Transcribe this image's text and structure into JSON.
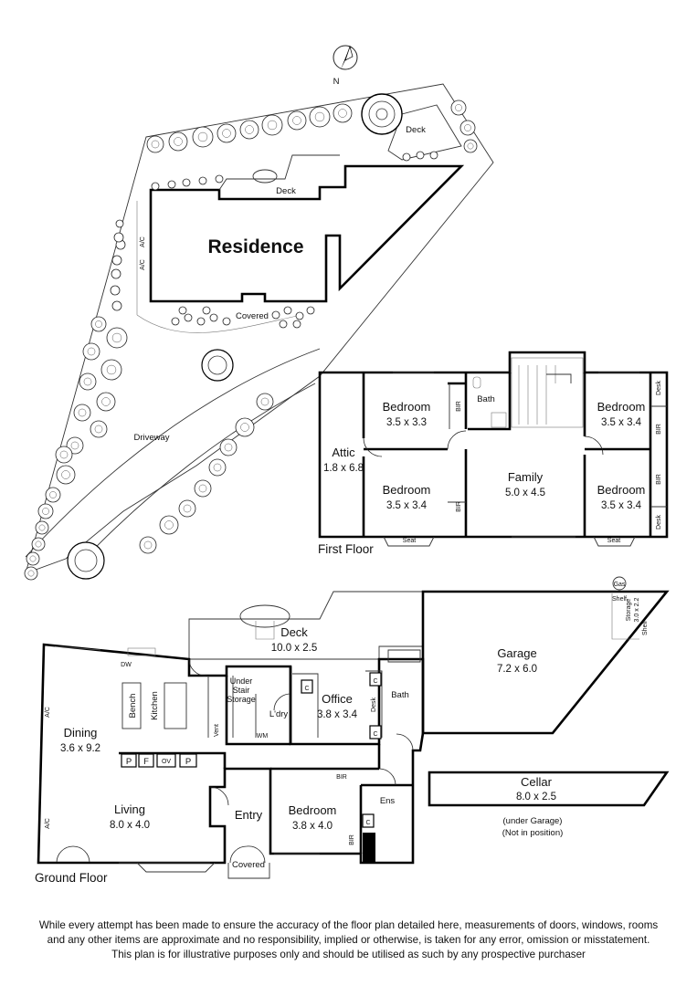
{
  "site": {
    "north": "N",
    "residence": "Residence",
    "deck_top": "Deck",
    "deck_mid": "Deck",
    "covered": "Covered",
    "driveway": "Driveway",
    "ac1": "A/C",
    "ac2": "A/C"
  },
  "first_floor": {
    "title": "First Floor",
    "rooms": [
      {
        "name": "Bedroom",
        "dims": "3.5 x 3.3"
      },
      {
        "name": "Bedroom",
        "dims": "3.5 x 3.4"
      },
      {
        "name": "Bedroom",
        "dims": "3.5 x 3.4"
      },
      {
        "name": "Bedroom",
        "dims": "3.5 x 3.4"
      },
      {
        "name": "Attic",
        "dims": "1.8 x 6.8"
      },
      {
        "name": "Family",
        "dims": "5.0 x 4.5"
      }
    ],
    "bath": "Bath",
    "bir": "BIR",
    "desk": "Desk",
    "seat": "Seat"
  },
  "ground_floor": {
    "title": "Ground Floor",
    "deck": {
      "name": "Deck",
      "dims": "10.0 x 2.5"
    },
    "garage": {
      "name": "Garage",
      "dims": "7.2 x 6.0"
    },
    "storage": {
      "name": "Storage",
      "dims": "3.0 x 2.2"
    },
    "shelf": "Shelf",
    "gas": "Gas",
    "office": {
      "name": "Office",
      "dims": "3.8 x 3.4"
    },
    "dining": {
      "name": "Dining",
      "dims": "3.6 x 9.2"
    },
    "living": {
      "name": "Living",
      "dims": "8.0 x 4.0"
    },
    "bedroom": {
      "name": "Bedroom",
      "dims": "3.8 x 4.0"
    },
    "cellar": {
      "name": "Cellar",
      "dims": "8.0 x 2.5",
      "note1": "(under Garage)",
      "note2": "(Not in position)"
    },
    "under_stair": [
      "Under",
      "Stair",
      "Storage"
    ],
    "laundry": "L'dry",
    "wm": "WM",
    "vent": "Vent",
    "bench": "Bench",
    "kitchen": "Kitchen",
    "dw": "DW",
    "bath": "Bath",
    "ens": "Ens",
    "entry": "Entry",
    "covered": "Covered",
    "bir": "BIR",
    "desk": "Desk",
    "c": "C",
    "p": "P",
    "ov": "OV",
    "ac": "A/C"
  },
  "disclaimer": [
    "While every attempt has been made to ensure the accuracy of the floor plan detailed here, measurements of doors, windows, rooms",
    "and any other items are approximate and no responsibility, implied or otherwise, is taken for any error, omission or misstatement.",
    "This plan is for illustrative purposes only and should be utilised as such by any prospective purchaser"
  ]
}
